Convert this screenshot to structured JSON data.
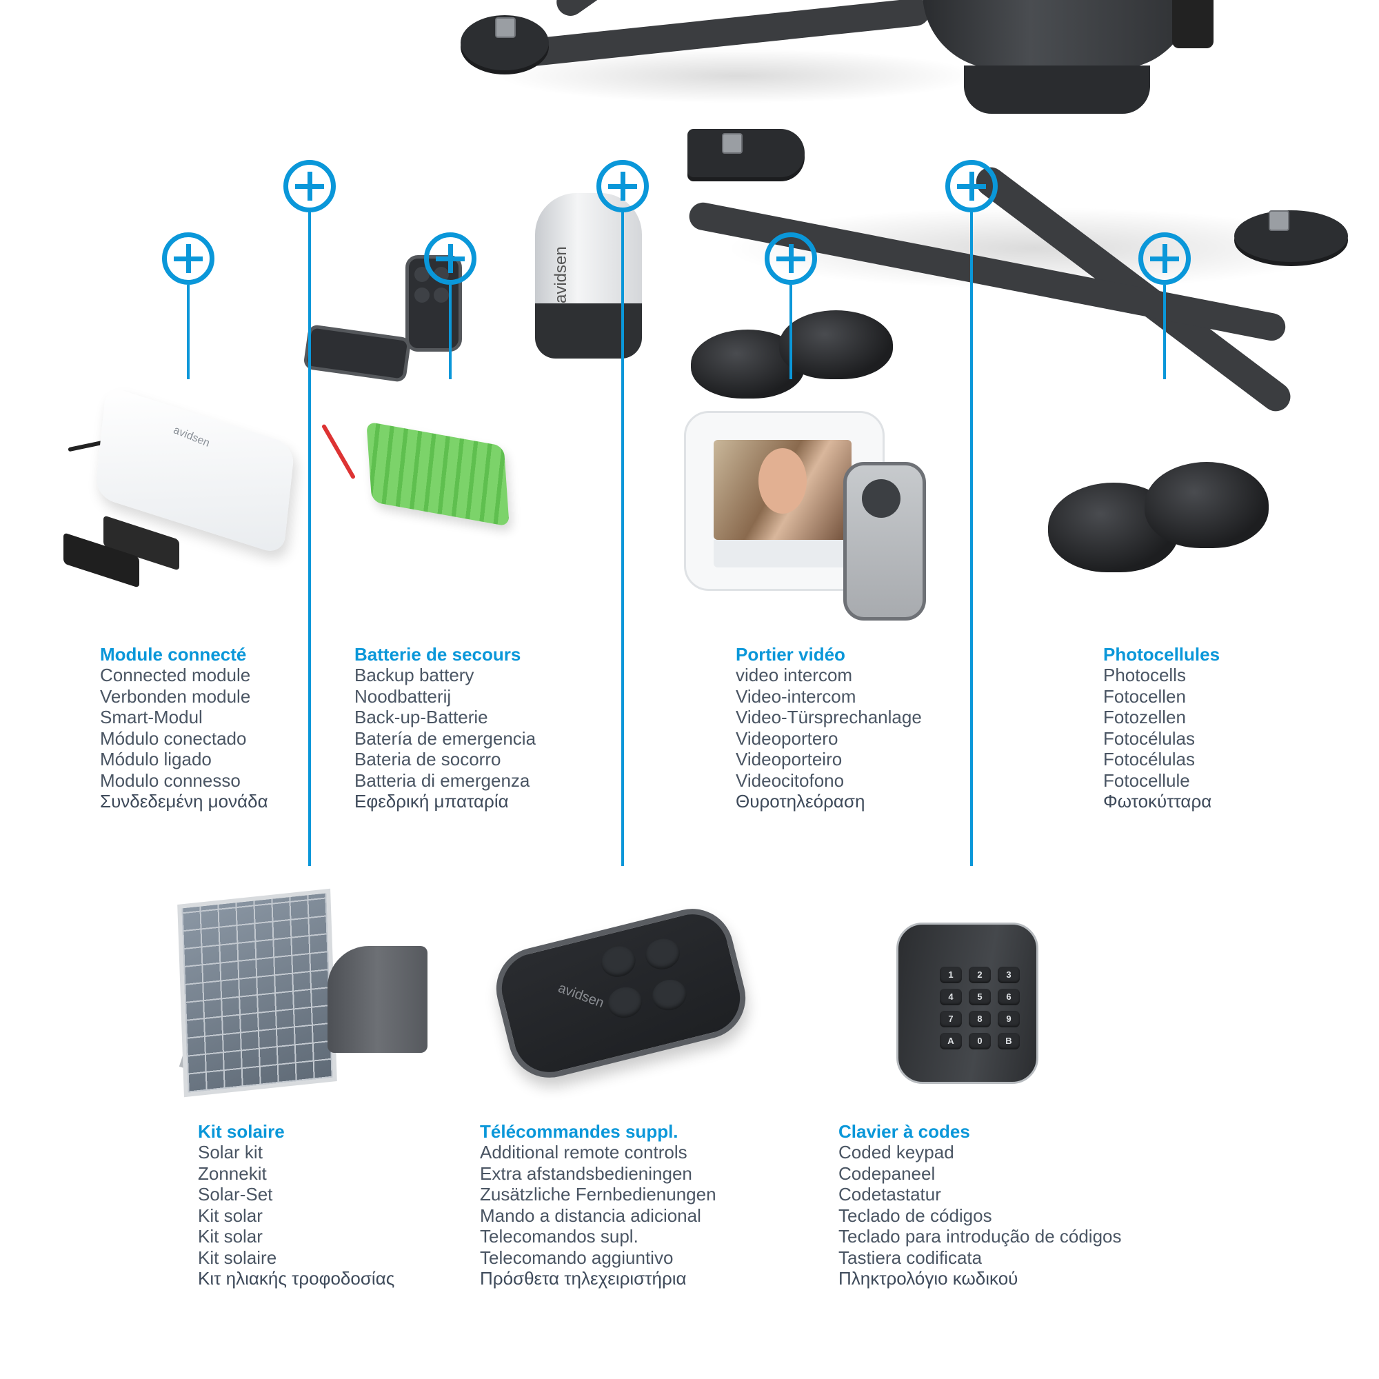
{
  "colors": {
    "accent": "#0a97d9",
    "text": "#4a5563",
    "background": "#ffffff"
  },
  "hero": {
    "product": "gate-motor-arms",
    "brand": "avidsen"
  },
  "products": [
    {
      "id": "connected-module",
      "title": "Module connecté",
      "translations": [
        "Connected module",
        "Verbonden module",
        "Smart-Modul",
        "Módulo conectado",
        "Módulo ligado",
        "Modulo connesso",
        "Συνδεδεμένη μονάδα"
      ],
      "image_brand": "avidsen"
    },
    {
      "id": "backup-battery",
      "title": "Batterie de secours",
      "translations": [
        "Backup battery",
        "Noodbatterij",
        "Back-up-Batterie",
        "Batería de emergencia",
        "Bateria de socorro",
        "Batteria di emergenza",
        "Εφεδρική μπαταρία"
      ]
    },
    {
      "id": "video-intercom",
      "title": "Portier vidéo",
      "translations": [
        "video intercom",
        "Video-intercom",
        "Video-Türsprechanlage",
        "Videoportero",
        "Videoporteiro",
        "Videocitofono",
        "Θυροτηλεόραση"
      ]
    },
    {
      "id": "photocells",
      "title": "Photocellules",
      "translations": [
        "Photocells",
        "Fotocellen",
        "Fotozellen",
        "Fotocélulas",
        "Fotocélulas",
        "Fotocellule",
        "Φωτοκύτταρα"
      ]
    },
    {
      "id": "solar-kit",
      "title": "Kit solaire",
      "translations": [
        "Solar kit",
        "Zonnekit",
        "Solar-Set",
        "Kit solar",
        "Kit solar",
        "Kit solaire",
        "Κιτ ηλιακής τροφοδοσίας"
      ]
    },
    {
      "id": "extra-remotes",
      "title": "Télécommandes suppl.",
      "translations": [
        "Additional remote controls",
        "Extra afstandsbedieningen",
        "Zusätzliche Fernbedienungen",
        "Mando a distancia adicional",
        "Telecomandos supl.",
        "Telecomando aggiuntivo",
        "Πρόσθετα τηλεχειριστήρια"
      ],
      "image_brand": "avidsen"
    },
    {
      "id": "coded-keypad",
      "title": "Clavier à codes",
      "translations": [
        "Coded keypad",
        "Codepaneel",
        "Codetastatur",
        "Teclado de códigos",
        "Teclado para introdução de códigos",
        "Tastiera codificata",
        "Πληκτρολόγιο κωδικού"
      ],
      "keys": [
        "1",
        "2",
        "3",
        "4",
        "5",
        "6",
        "7",
        "8",
        "9",
        "A",
        "0",
        "B"
      ]
    }
  ],
  "markers": [
    {
      "target": "connected-module",
      "icon": "plus-circle-icon"
    },
    {
      "target": "solar-kit",
      "icon": "plus-circle-icon"
    },
    {
      "target": "backup-battery",
      "icon": "plus-circle-icon"
    },
    {
      "target": "extra-remotes",
      "icon": "plus-circle-icon"
    },
    {
      "target": "photocells-top",
      "icon": "plus-circle-icon"
    },
    {
      "target": "coded-keypad",
      "icon": "plus-circle-icon"
    },
    {
      "target": "photocells",
      "icon": "plus-circle-icon"
    }
  ],
  "flash_light": {
    "brand": "avidsen"
  }
}
